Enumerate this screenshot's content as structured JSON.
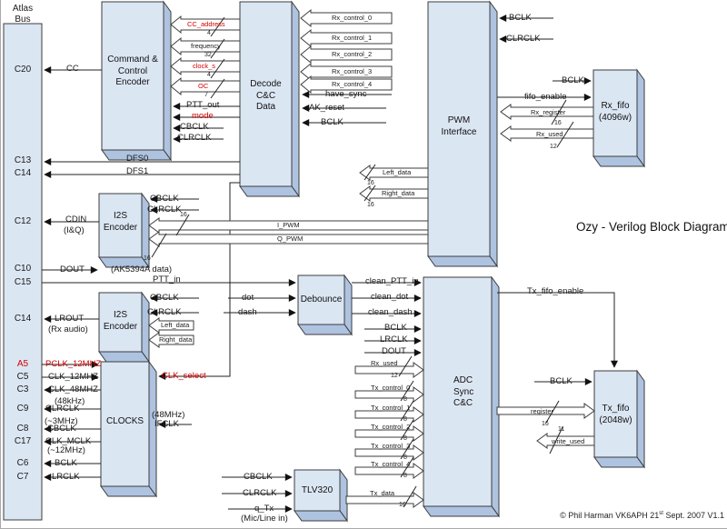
{
  "title": "Ozy - Verilog Block Diagram",
  "copyright": {
    "prefix": "© Phil Harman VK6APH 21",
    "superscript": "st",
    "suffix": " Sept. 2007 V1.1"
  },
  "bus": {
    "name_line1": "Atlas",
    "name_line2": "Bus",
    "pins": [
      "C20",
      "C13",
      "C14",
      "C12",
      "C10",
      "C15",
      "C14",
      "A5",
      "C5",
      "C3",
      "C9",
      "C8",
      "C17",
      "C6",
      "C7"
    ]
  },
  "blocks": {
    "cmd_encoder": [
      "Command &",
      "Control",
      "Encoder"
    ],
    "decode": [
      "Decode",
      "C&C",
      "Data"
    ],
    "pwm": [
      "PWM",
      "Interface"
    ],
    "rx_fifo": [
      "Rx_fifo",
      "(4096w)"
    ],
    "i2s_top": [
      "I2S",
      "Encoder"
    ],
    "i2s_bot": [
      "I2S",
      "Encoder"
    ],
    "debounce": [
      "Debounce"
    ],
    "clocks": [
      "CLOCKS"
    ],
    "adc": [
      "ADC",
      "Sync",
      "C&C"
    ],
    "tx_fifo": [
      "Tx_fifo",
      "(2048w)"
    ],
    "tlv320": [
      "TLV320"
    ]
  },
  "labels": {
    "cc": "CC",
    "cc_address": "CC_address",
    "frequency": "frequency",
    "clock_s": "clock_s",
    "oc": "OC",
    "ptt_out": "PTT_out",
    "mode": "mode",
    "cbclk_enc": "CBCLK",
    "clrclk_enc": "CLRCLK",
    "dfs0": "DFS0",
    "dfs1": "DFS1",
    "rx_control_0": "Rx_control_0",
    "rx_control_1": "Rx_control_1",
    "rx_control_2": "Rx_control_2",
    "rx_control_3": "Rx_control_3",
    "rx_control_4": "Rx_control_4",
    "have_sync": "have_sync",
    "ak_reset": "AK_reset",
    "bclk_dec": "BCLK",
    "bclk_pwm": "BCLK",
    "clrclk_pwm": "CLRCLK",
    "bclk_rxfifo": "BCLK",
    "fifo_enable": "fifo_enable",
    "rx_register": "Rx_register",
    "rx_used": "Rx_used",
    "cbclk_i2s_top": "CBCLK",
    "clrclk_i2s_top": "CLRCLK",
    "cdin": "CDIN",
    "cdin_sub": "(I&Q)",
    "i_pwm": "I_PWM",
    "q_pwm": "Q_PWM",
    "left_data": "Left_data",
    "right_data": "Right_data",
    "dout_c10": "DOUT",
    "ak_data": "(AK5394A data)",
    "ptt_in": "PTT_in",
    "cbclk_i2s_bot": "CBCLK",
    "clrclk_i2s_bot": "CLRCLK",
    "lrout": "LROUT",
    "lrout_sub": "(Rx audio)",
    "left_data2": "Left_data",
    "right_data2": "Right_data",
    "dot": "dot",
    "dash": "dash",
    "clean_ptt_in": "clean_PTT_in",
    "clean_dot": "clean_dot",
    "clean_dash": "clean_dash",
    "bclk_adc": "BCLK",
    "lrclk_adc": "LRCLK",
    "dout_adc": "DOUT",
    "rx_used2": "Rx_used",
    "tx_control_0": "Tx_control_0",
    "tx_control_1": "Tx_control_1",
    "tx_control_2": "Tx_control_2",
    "tx_control_3": "Tx_control_3",
    "tx_control_4": "Tx_control_4",
    "tx_data": "Tx_data",
    "pclk_12mhz": "PCLK_12MHZ",
    "clk_12mhz": "CLK_12MHZ",
    "clk_48mhz": "CLK_48MHZ",
    "khz48": "(48kHz)",
    "clrclk_c9": "CLRCLK",
    "mhz3": "(~3MHz)",
    "cbclk_c8": "CBCLK",
    "clk_mclk": "CLK_MCLK",
    "mhz12": "(~12MHz)",
    "bclk_c6": "BCLK",
    "lrclk_c7": "LRCLK",
    "clk_select": "CLK_select",
    "mhz48": "(48MHz)",
    "ifclk": "IFCLK",
    "tx_fifo_enable": "Tx_fifo_enable",
    "bclk_txfifo": "BCLK",
    "register": "register",
    "write_used": "write_used",
    "cbclk_tlv": "CBCLK",
    "clrclk_tlv": "CLRCLK",
    "q_tx": "q_Tx",
    "mic_line": "(Mic/Line in)"
  },
  "widths": {
    "cc_address": "4",
    "frequency": "32",
    "clock_s": "4",
    "oc": "7",
    "left_data": "16",
    "right_data": "16",
    "i_pwm": "16",
    "q_pwm": "16",
    "rx_register": "16",
    "rx_used": "12",
    "rx_used2": "12",
    "tx_control_0": "8",
    "tx_control_1": "8",
    "tx_control_2": "8",
    "tx_control_3": "8",
    "tx_control_4": "8",
    "tx_data": "16",
    "register": "16",
    "write_used": "11"
  },
  "colors": {
    "block_fill": "#dbe6f3",
    "block_side": "#aec3e0",
    "outline": "#3c3c3c",
    "wire": "#222222",
    "red_text": "#d40000",
    "background": "#ffffff"
  }
}
